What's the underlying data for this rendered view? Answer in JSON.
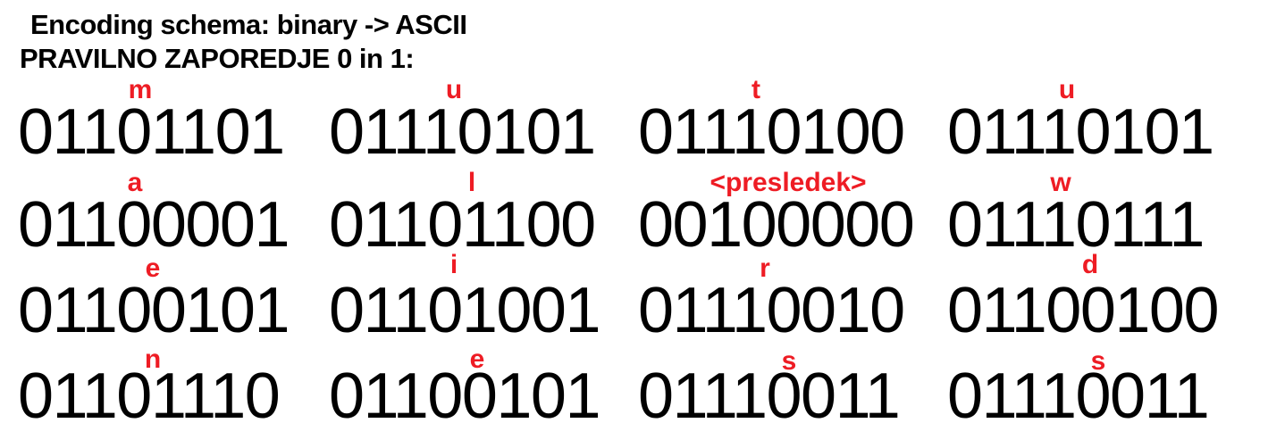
{
  "title": "Encoding schema: binary -> ASCII",
  "subtitle": "PRAVILNO ZAPOREDJE 0 in 1:",
  "colors": {
    "text": "#000000",
    "annotation": "#ee1c24",
    "background": "#ffffff"
  },
  "rows": [
    {
      "cells": [
        {
          "letter": "m",
          "binary": "01101101"
        },
        {
          "letter": "u",
          "binary": "01110101"
        },
        {
          "letter": "t",
          "binary": "01110100"
        },
        {
          "letter": "u",
          "binary": "01110101"
        }
      ]
    },
    {
      "cells": [
        {
          "letter": "a",
          "binary": "01100001"
        },
        {
          "letter": "l",
          "binary": "01101100"
        },
        {
          "letter": "<presledek>",
          "binary": "00100000"
        },
        {
          "letter": "w",
          "binary": "01110111"
        }
      ]
    },
    {
      "cells": [
        {
          "letter": "e",
          "binary": "01100101"
        },
        {
          "letter": "i",
          "binary": "01101001"
        },
        {
          "letter": "r",
          "binary": "01110010"
        },
        {
          "letter": "d",
          "binary": "01100100"
        }
      ]
    },
    {
      "cells": [
        {
          "letter": "n",
          "binary": "01101110"
        },
        {
          "letter": "e",
          "binary": "01100101"
        },
        {
          "letter": "s",
          "binary": "01110011"
        },
        {
          "letter": "s",
          "binary": "01110011"
        }
      ]
    }
  ]
}
